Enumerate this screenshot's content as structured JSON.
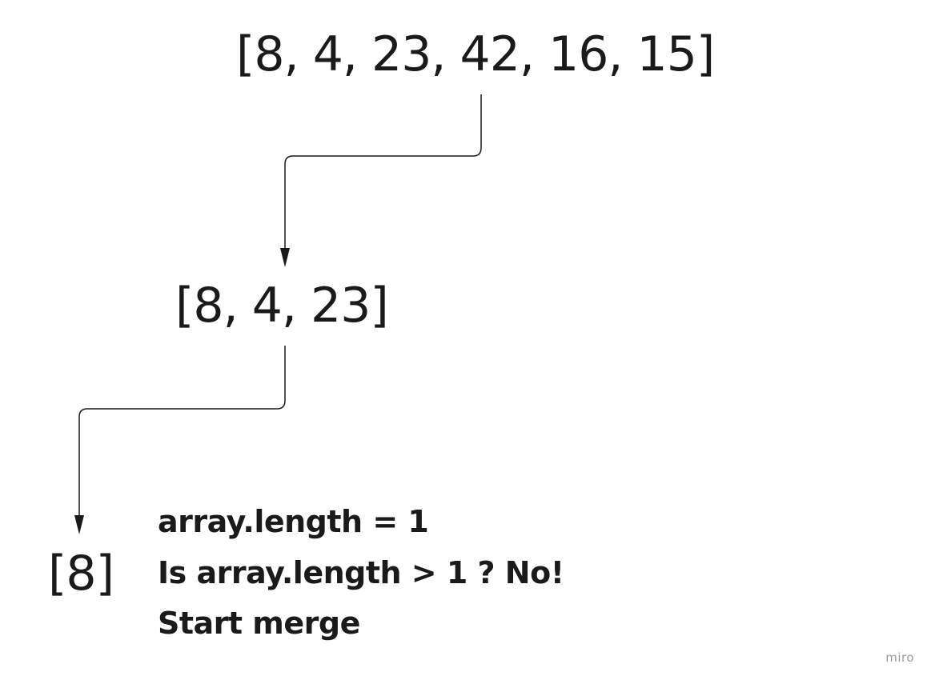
{
  "nodes": {
    "root": "[8, 4, 23, 42, 16, 15]",
    "left_half": "[8, 4, 23]",
    "single": "[8]"
  },
  "notes": {
    "line1": "array.length = 1",
    "line2": "Is array.length > 1 ? No!",
    "line3": "Start merge"
  },
  "watermark": "miro",
  "colors": {
    "text": "#1a1a1a",
    "connector": "#1a1a1a",
    "watermark": "#9a9a9a",
    "background": "#ffffff"
  }
}
